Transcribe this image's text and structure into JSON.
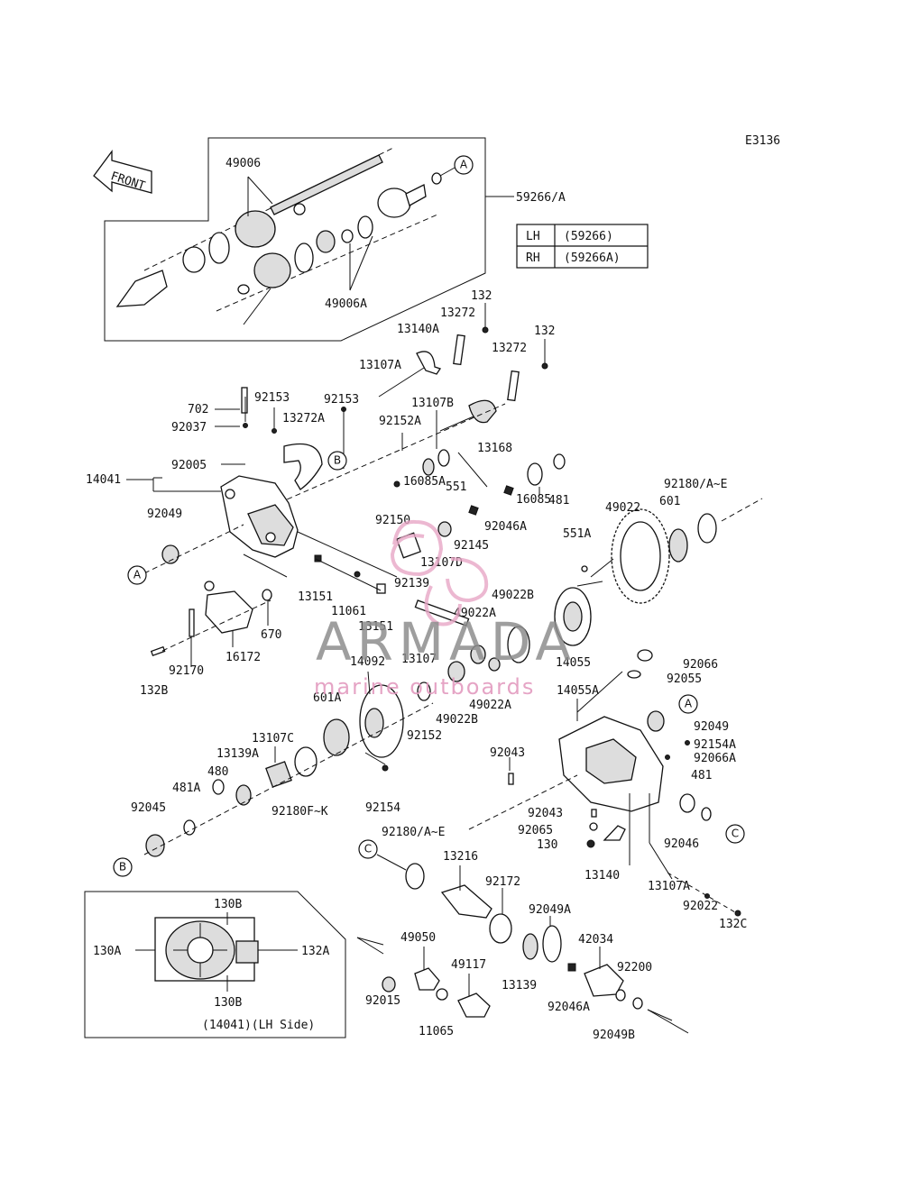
{
  "diagram_code": "E3136",
  "front_label": "FRONT",
  "lh_rh_table": [
    {
      "side": "LH",
      "part": "(59266)"
    },
    {
      "side": "RH",
      "part": "(59266A)"
    }
  ],
  "inset_caption": "(14041)(LH Side)",
  "ref_letters": {
    "a": "A",
    "b": "B",
    "c": "C"
  },
  "watermark": {
    "brand": "ARMADA",
    "tagline": "marine outboards"
  },
  "parts": {
    "p49006": "49006",
    "p59266A": "59266/A",
    "p49006A": "49006A",
    "p132a": "132",
    "p13272a": "13272",
    "p13140A": "13140A",
    "p132b": "132",
    "p13272b": "13272",
    "p13107A": "13107A",
    "p702": "702",
    "p92153a": "92153",
    "p92153b": "92153",
    "p92037": "92037",
    "p13272A": "13272A",
    "p13107B": "13107B",
    "p92152A": "92152A",
    "p13168": "13168",
    "p14041": "14041",
    "p92005": "92005",
    "p551": "551",
    "p16085A": "16085A",
    "p481a": "481",
    "p16085": "16085",
    "p92150": "92150",
    "p92046A": "92046A",
    "p92049a": "92049",
    "p92145": "92145",
    "p13107D": "13107D",
    "p49022": "49022",
    "p601": "601",
    "p92180AE": "92180/A~E",
    "p551A": "551A",
    "p92139": "92139",
    "p13151a": "13151",
    "p11061": "11061",
    "p13151b": "13151",
    "p670": "670",
    "p49022B": "49022B",
    "p49022A": "49022A",
    "p16172": "16172",
    "p92170": "92170",
    "p132B": "132B",
    "p14092": "14092",
    "p13107": "13107",
    "p14055": "14055",
    "p92066": "92066",
    "p92055": "92055",
    "p601A": "601A",
    "p49022B2": "49022B",
    "p49022A2": "49022A",
    "p14055A": "14055A",
    "p92049b": "92049",
    "p92152": "92152",
    "p13107C": "13107C",
    "p13139A": "13139A",
    "p480": "480",
    "p92154A": "92154A",
    "p92043a": "92043",
    "p92066A": "92066A",
    "p481b": "481",
    "p481A": "481A",
    "p92045": "92045",
    "p92180FK": "92180F~K",
    "p92154": "92154",
    "p92043b": "92043",
    "p92065": "92065",
    "p130": "130",
    "p92046": "92046",
    "p92180AE2": "92180/A~E",
    "p13216": "13216",
    "p13140": "13140",
    "p92172": "92172",
    "p13107A2": "13107A",
    "p92022": "92022",
    "p132C": "132C",
    "p92049A": "92049A",
    "p42034": "42034",
    "p49050": "49050",
    "p49117": "49117",
    "p13139": "13139",
    "p92200": "92200",
    "p92015": "92015",
    "p92046A2": "92046A",
    "p11065": "11065",
    "p92049B": "92049B",
    "p130B1": "130B",
    "p130A": "130A",
    "p132A": "132A",
    "p130B2": "130B"
  }
}
